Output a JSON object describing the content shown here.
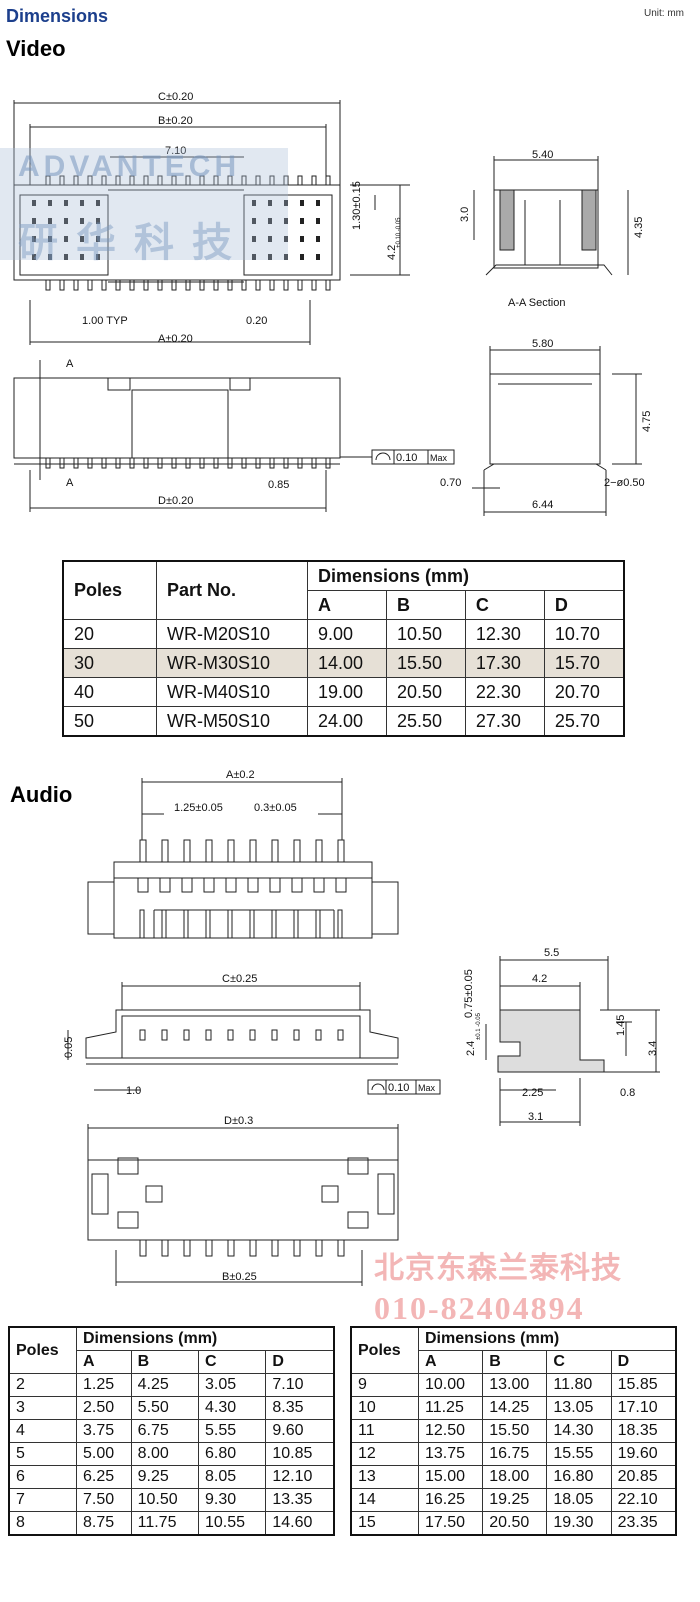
{
  "header": {
    "title": "Dimensions",
    "unit": "Unit: mm"
  },
  "video": {
    "title": "Video",
    "drawing": {
      "dim_c": "C±0.20",
      "dim_b": "B±0.20",
      "dim_710": "7.10",
      "dim_130": "1.30±0.15",
      "dim_42": "4.2",
      "dim_42_tol": "+0.10 -0.05",
      "dim_100": "1.00  TYP",
      "dim_020": "0.20",
      "dim_a": "A±0.20",
      "dim_540": "5.40",
      "dim_30": "3.0",
      "dim_435": "4.35",
      "section": "A-A  Section",
      "dim_580": "5.80",
      "dim_475": "4.75",
      "label_a1": "A",
      "label_a2": "A",
      "flat": "0.10",
      "flat_max": "Max",
      "dim_085": "0.85",
      "dim_d": "D±0.20",
      "dim_070": "0.70",
      "dim_phi": "2−ø0.50",
      "dim_644": "6.44"
    },
    "watermark": {
      "brand": "ADVANTECH",
      "cn": "研华科技"
    },
    "table": {
      "h_poles": "Poles",
      "h_part": "Part No.",
      "h_dims": "Dimensions (mm)",
      "cols": [
        "A",
        "B",
        "C",
        "D"
      ],
      "rows": [
        {
          "poles": "20",
          "part": "WR-M20S10",
          "a": "9.00",
          "b": "10.50",
          "c": "12.30",
          "d": "10.70"
        },
        {
          "poles": "30",
          "part": "WR-M30S10",
          "a": "14.00",
          "b": "15.50",
          "c": "17.30",
          "d": "15.70"
        },
        {
          "poles": "40",
          "part": "WR-M40S10",
          "a": "19.00",
          "b": "20.50",
          "c": "22.30",
          "d": "20.70"
        },
        {
          "poles": "50",
          "part": "WR-M50S10",
          "a": "24.00",
          "b": "25.50",
          "c": "27.30",
          "d": "25.70"
        }
      ]
    }
  },
  "audio": {
    "title": "Audio",
    "drawing": {
      "dim_a": "A±0.2",
      "dim_125": "1.25±0.05",
      "dim_03": "0.3±0.05",
      "dim_c": "C±0.25",
      "dim_005": "0.05",
      "dim_10": "1.0",
      "flat": "0.10",
      "flat_max": "Max",
      "dim_d": "D±0.3",
      "dim_b": "B±0.25",
      "dim_55": "5.5",
      "dim_42": "4.2",
      "dim_075": "0.75±0.05",
      "dim_24": "2.4",
      "dim_24_tol": "±0.1 -0.05",
      "dim_145": "1.45",
      "dim_34": "3.4",
      "dim_225": "2.25",
      "dim_08": "0.8",
      "dim_31": "3.1"
    },
    "watermark": {
      "line1": "北京东森兰泰科技",
      "line2": "010-82404894"
    },
    "table_left": {
      "h_poles": "Poles",
      "h_dims": "Dimensions (mm)",
      "cols": [
        "A",
        "B",
        "C",
        "D"
      ],
      "rows": [
        {
          "poles": "2",
          "a": "1.25",
          "b": "4.25",
          "c": "3.05",
          "d": "7.10"
        },
        {
          "poles": "3",
          "a": "2.50",
          "b": "5.50",
          "c": "4.30",
          "d": "8.35"
        },
        {
          "poles": "4",
          "a": "3.75",
          "b": "6.75",
          "c": "5.55",
          "d": "9.60"
        },
        {
          "poles": "5",
          "a": "5.00",
          "b": "8.00",
          "c": "6.80",
          "d": "10.85"
        },
        {
          "poles": "6",
          "a": "6.25",
          "b": "9.25",
          "c": "8.05",
          "d": "12.10"
        },
        {
          "poles": "7",
          "a": "7.50",
          "b": "10.50",
          "c": "9.30",
          "d": "13.35"
        },
        {
          "poles": "8",
          "a": "8.75",
          "b": "11.75",
          "c": "10.55",
          "d": "14.60"
        }
      ]
    },
    "table_right": {
      "h_poles": "Poles",
      "h_dims": "Dimensions (mm)",
      "cols": [
        "A",
        "B",
        "C",
        "D"
      ],
      "rows": [
        {
          "poles": "9",
          "a": "10.00",
          "b": "13.00",
          "c": "11.80",
          "d": "15.85"
        },
        {
          "poles": "10",
          "a": "11.25",
          "b": "14.25",
          "c": "13.05",
          "d": "17.10"
        },
        {
          "poles": "11",
          "a": "12.50",
          "b": "15.50",
          "c": "14.30",
          "d": "18.35"
        },
        {
          "poles": "12",
          "a": "13.75",
          "b": "16.75",
          "c": "15.55",
          "d": "19.60"
        },
        {
          "poles": "13",
          "a": "15.00",
          "b": "18.00",
          "c": "16.80",
          "d": "20.85"
        },
        {
          "poles": "14",
          "a": "16.25",
          "b": "19.25",
          "c": "18.05",
          "d": "22.10"
        },
        {
          "poles": "15",
          "a": "17.50",
          "b": "20.50",
          "c": "19.30",
          "d": "23.35"
        }
      ]
    }
  }
}
